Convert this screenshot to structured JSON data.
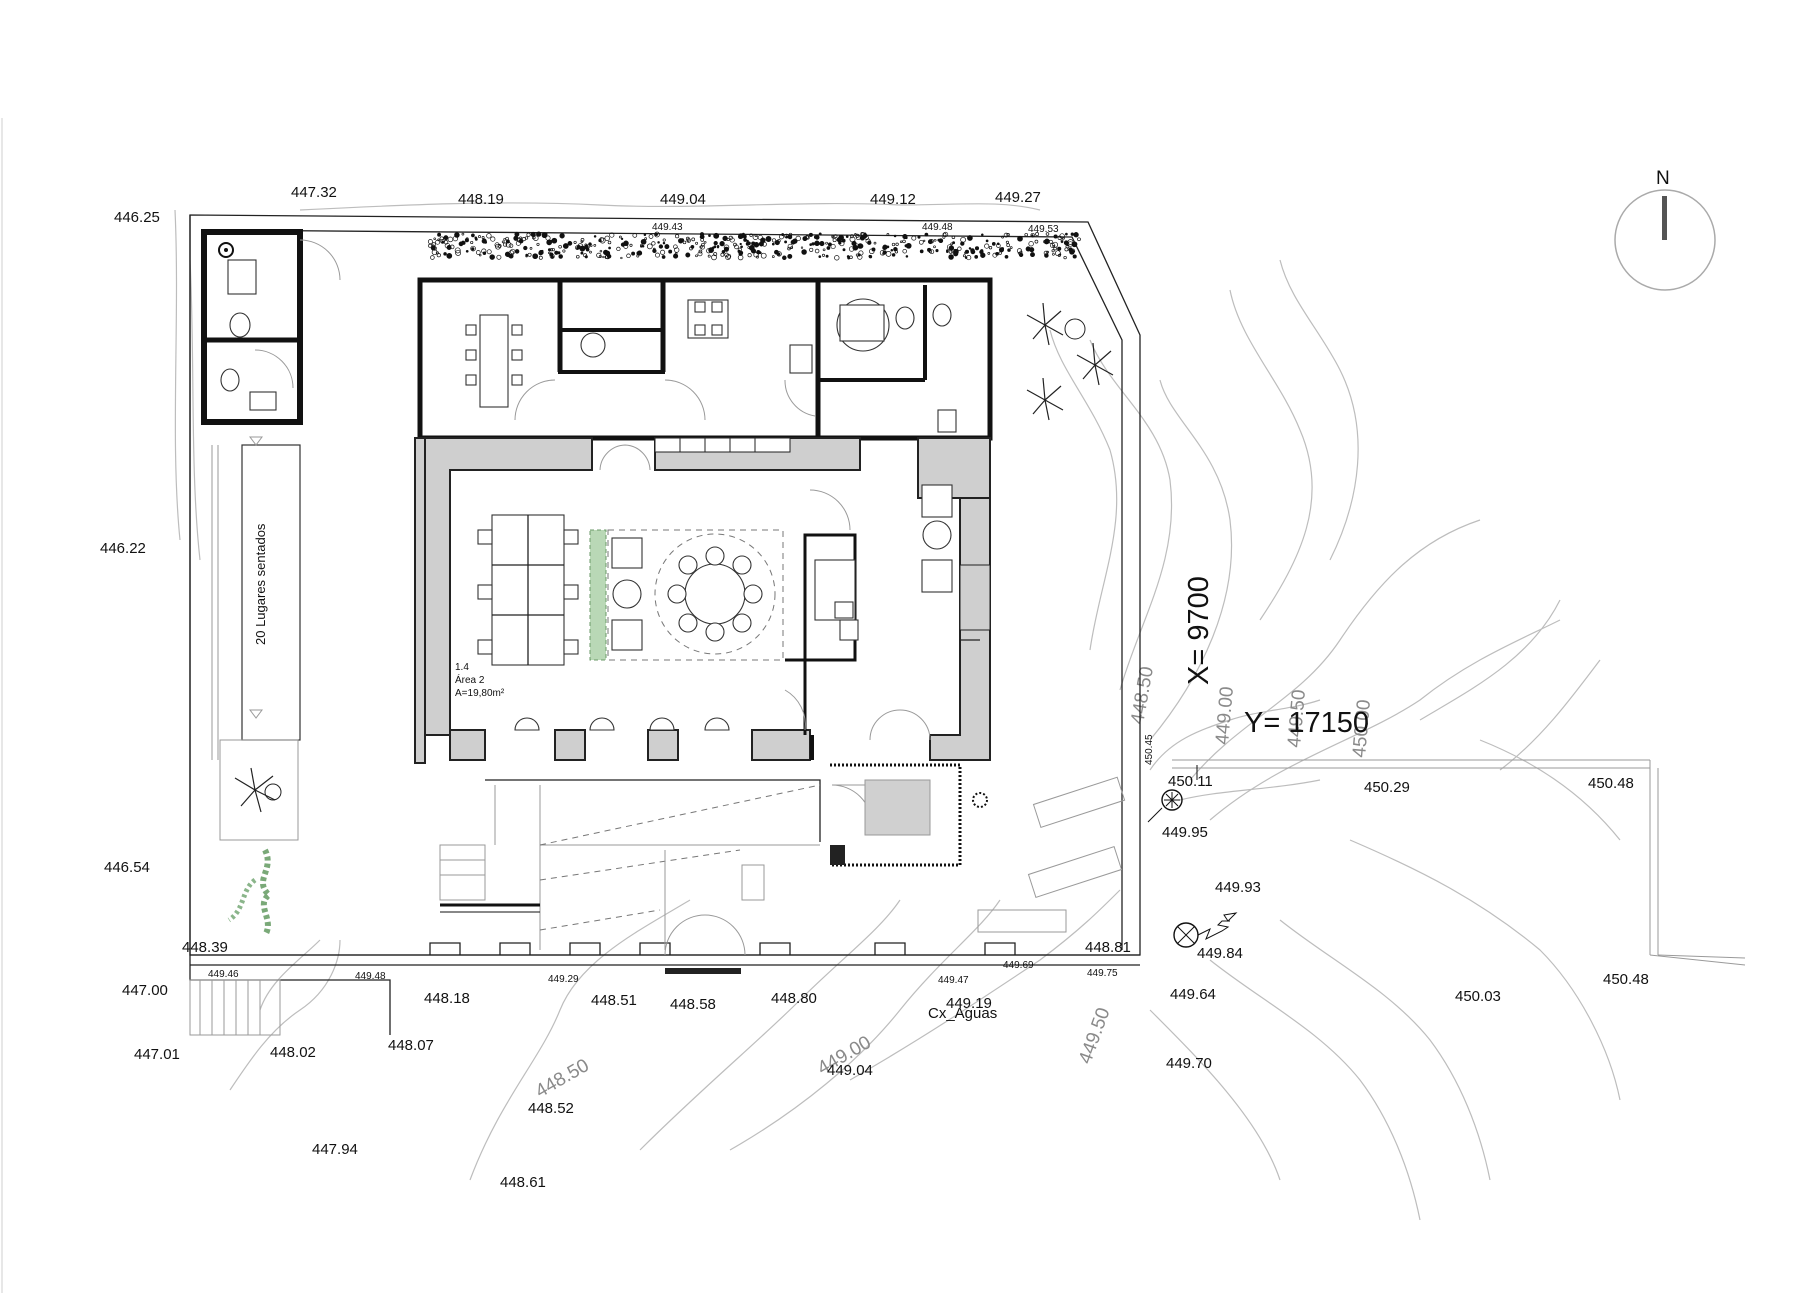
{
  "north_label": "N",
  "coords": {
    "x": "X= 9700",
    "y": "Y= 17150"
  },
  "room": {
    "number": "1.4",
    "name": "Área 2",
    "area": "A=19,80m²"
  },
  "seating_label": "20 Lugares sentados",
  "water_box": "Cx_Aguas",
  "contour_labels": [
    "448.50",
    "449.00",
    "449.50",
    "450.00",
    "448.50",
    "449.00",
    "449.50"
  ],
  "elevations_large": [
    "446.25",
    "447.32",
    "448.19",
    "449.04",
    "449.12",
    "449.27",
    "446.22",
    "446.54",
    "448.39",
    "447.00",
    "447.01",
    "448.02",
    "448.07",
    "448.18",
    "448.51",
    "448.58",
    "448.80",
    "449.19",
    "448.81",
    "449.04",
    "448.52",
    "447.94",
    "448.61",
    "450.11",
    "450.29",
    "450.48",
    "449.95",
    "449.93",
    "449.84",
    "449.64",
    "450.03",
    "450.48",
    "449.70"
  ],
  "elevations_small": [
    "449.43",
    "449.48",
    "449.53",
    "449.46",
    "449.48",
    "449.29",
    "449.47",
    "449.69",
    "449.75",
    "450.45"
  ]
}
